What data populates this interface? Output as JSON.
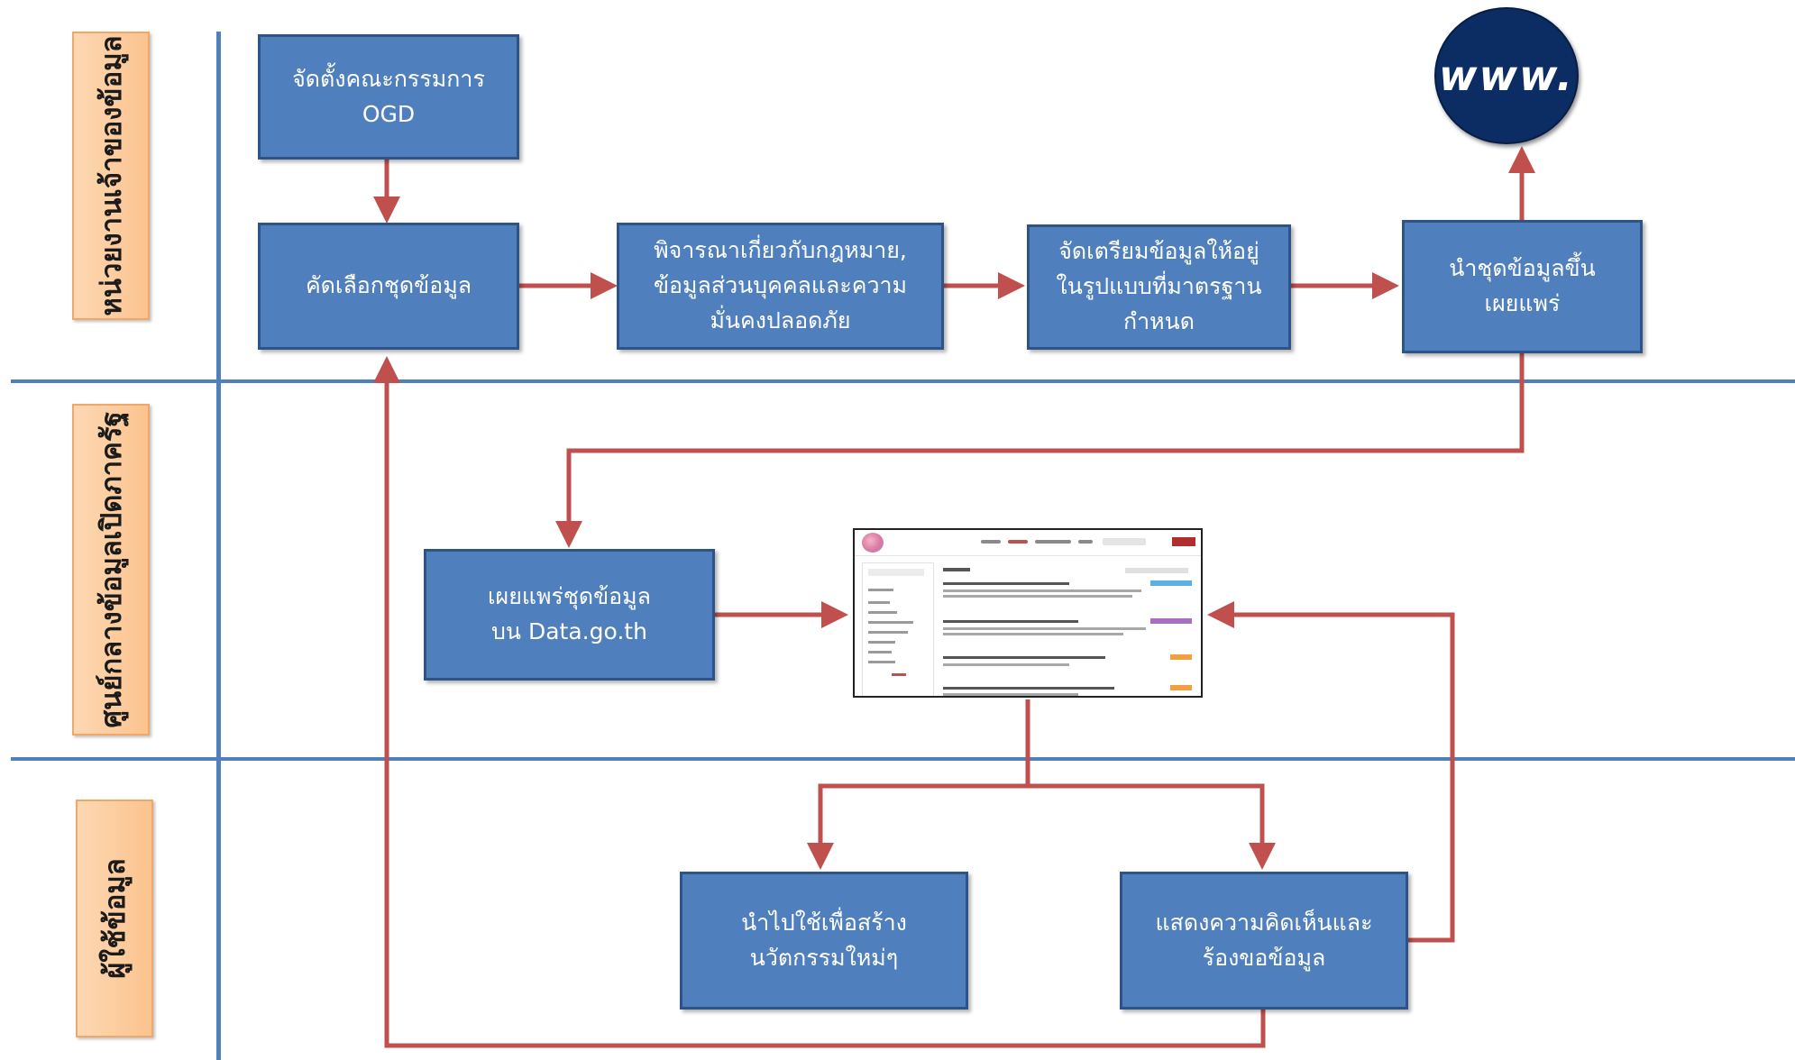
{
  "lanes": [
    {
      "label": "หน่วยงานเจ้าของข้อมูล"
    },
    {
      "label": "ศูนย์กลางข้อมูลเปิดภาครัฐ"
    },
    {
      "label": "ผู้ใช้ข้อมูล"
    }
  ],
  "boxes": {
    "committee": "จัดตั้งคณะกรรมการ\nOGD",
    "select": "คัดเลือกชุดข้อมูล",
    "legal": "พิจารณาเกี่ยวกับกฎหมาย,\nข้อมูลส่วนบุคคลและความ\nมั่นคงปลอดภัย",
    "prepare": "จัดเตรียมข้อมูลให้อยู่\nในรูปแบบที่มาตรฐาน\nกำหนด",
    "publish_owner": "นำชุดข้อมูลขึ้น\nเผยแพร่",
    "publish_portal": "เผยแพร่ชุดข้อมูล\nบน Data.go.th",
    "innovate": "นำไปใช้เพื่อสร้าง\nนวัตกรรมใหม่ๆ",
    "feedback": "แสดงความคิดเห็นและ\nร้องขอข้อมูล"
  },
  "www_label": "www.",
  "colors": {
    "box_fill": "#4f7fbd",
    "box_border": "#2e5386",
    "arrow": "#c0504d",
    "lane_line": "#4f7fbd",
    "lane_label_fill": "#fbc38e",
    "www_fill": "#0c2d64"
  },
  "icons": [
    "www-globe-icon",
    "data-portal-screenshot"
  ]
}
